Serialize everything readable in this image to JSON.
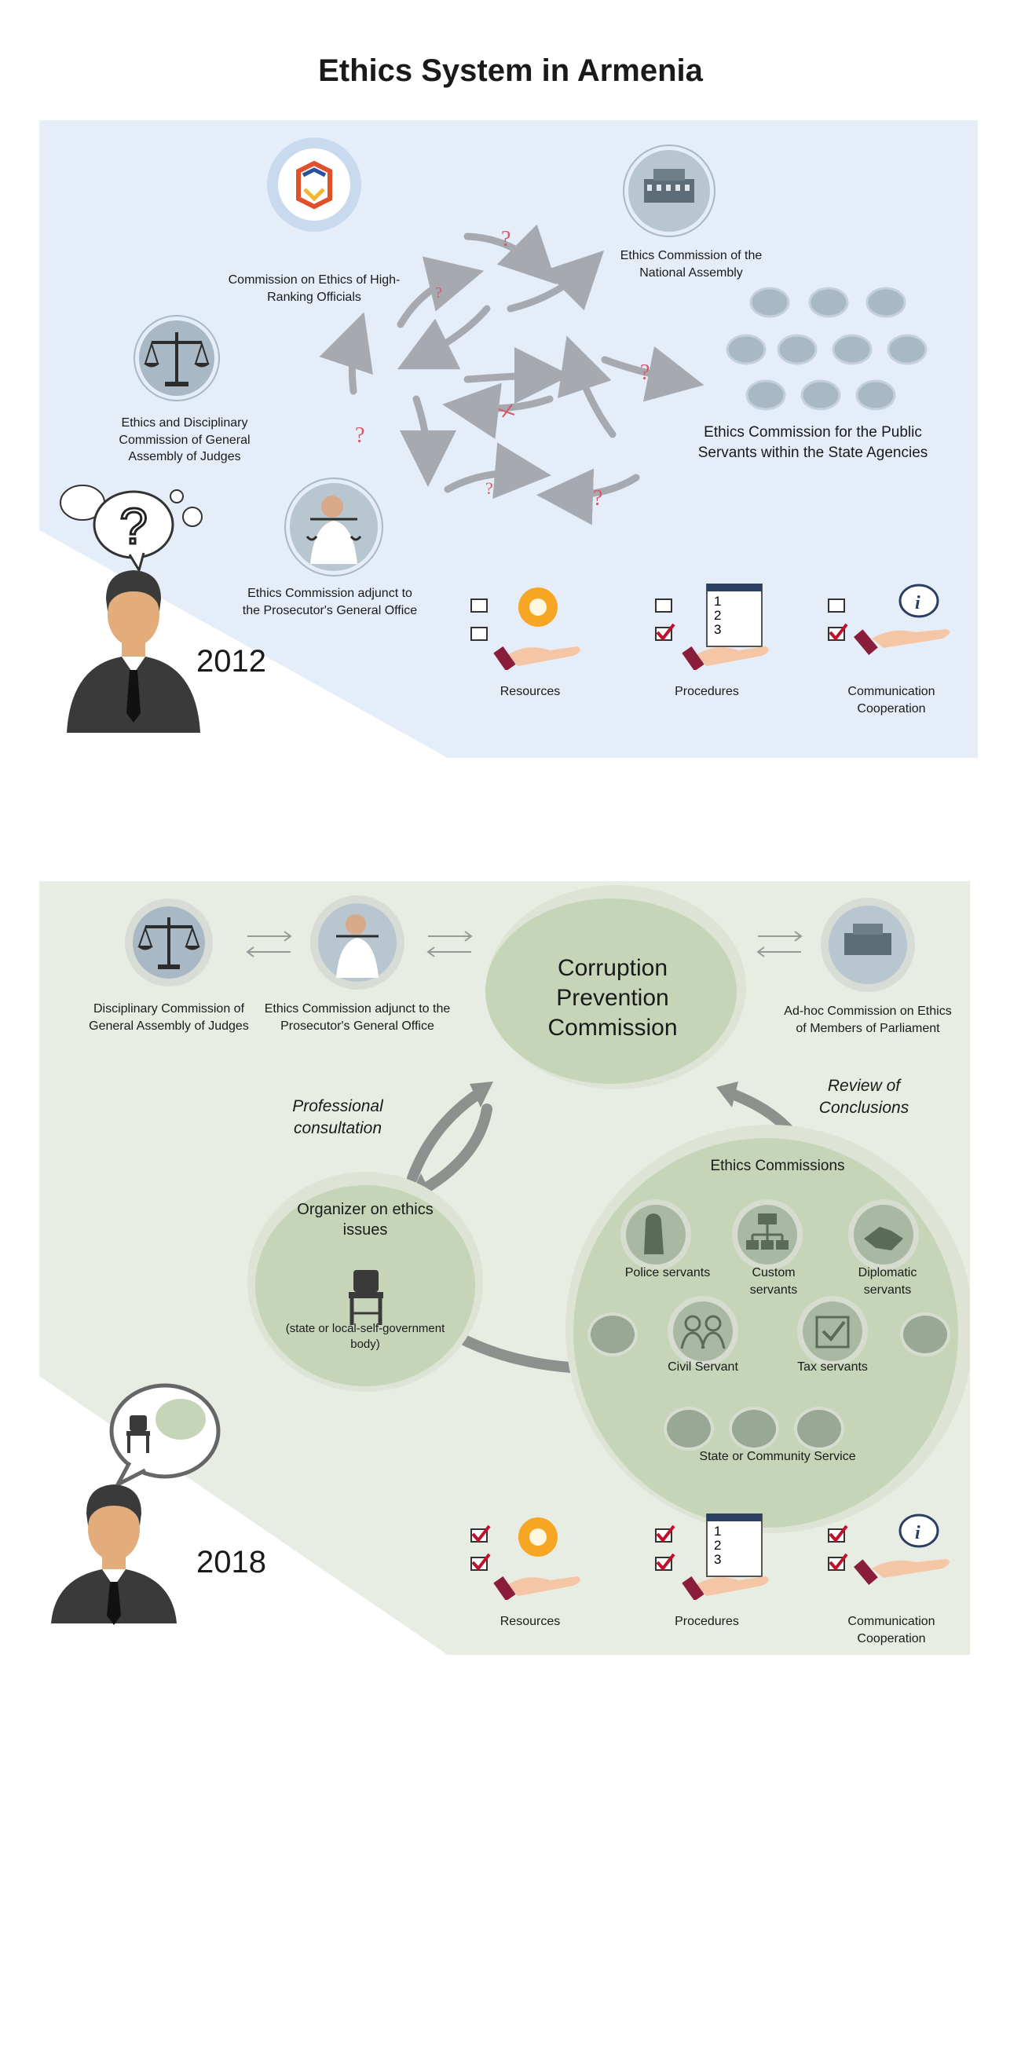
{
  "title": "Ethics System in Armenia",
  "panel_2012": {
    "year": "2012",
    "bodies": {
      "high_ranking": "Commission on Ethics of High-Ranking Officials",
      "national_assembly": "Ethics Commission of the National Assembly",
      "judges": "Ethics and Disciplinary Commission of General Assembly of Judges",
      "public_servants": "Ethics Commission for the Public Servants within the State Agencies",
      "prosecutor": "Ethics Commission adjunct to the Prosecutor's General Office"
    },
    "question_mark": "?",
    "pillars": [
      {
        "label": "Resources",
        "checked": 0
      },
      {
        "label": "Procedures",
        "checked": 1
      },
      {
        "label": "Communication Cooperation",
        "checked": 1
      }
    ]
  },
  "panel_2018": {
    "year": "2018",
    "bodies": {
      "judges": "Disciplinary Commission of General Assembly of Judges",
      "prosecutor": "Ethics Commission adjunct to the Prosecutor's General Office",
      "cpc": "Corruption Prevention Commission",
      "adhoc": "Ad-hoc Commission on Ethics of Members of Parliament",
      "organizer": "Organizer on ethics issues",
      "organizer_note": "(state or local-self-government body)",
      "ethics_commissions": "Ethics Commissions",
      "police": "Police servants",
      "custom": "Custom servants",
      "diplomatic": "Diplomatic servants",
      "civil": "Civil Servant",
      "tax": "Tax servants",
      "service": "State or Community Service"
    },
    "flows": {
      "professional": "Professional consultation",
      "review": "Review of Conclusions"
    },
    "pillars": [
      {
        "label": "Resources",
        "checked": 2
      },
      {
        "label": "Procedures",
        "checked": 2
      },
      {
        "label": "Communication Cooperation",
        "checked": 2
      }
    ]
  },
  "numbers": [
    "1",
    "2",
    "3"
  ],
  "colors": {
    "panel_2012_bg": "#e5edf8",
    "panel_2018_bg": "#e8ede4",
    "green_circle": "#c6d5b8",
    "icon_circle": "#a8b8c4",
    "arrow_grey": "#a6aab0",
    "question_red": "#d45a6a",
    "check_red": "#c0102a",
    "gear_orange": "#f6a623",
    "hand_skin": "#f5c6a5"
  }
}
